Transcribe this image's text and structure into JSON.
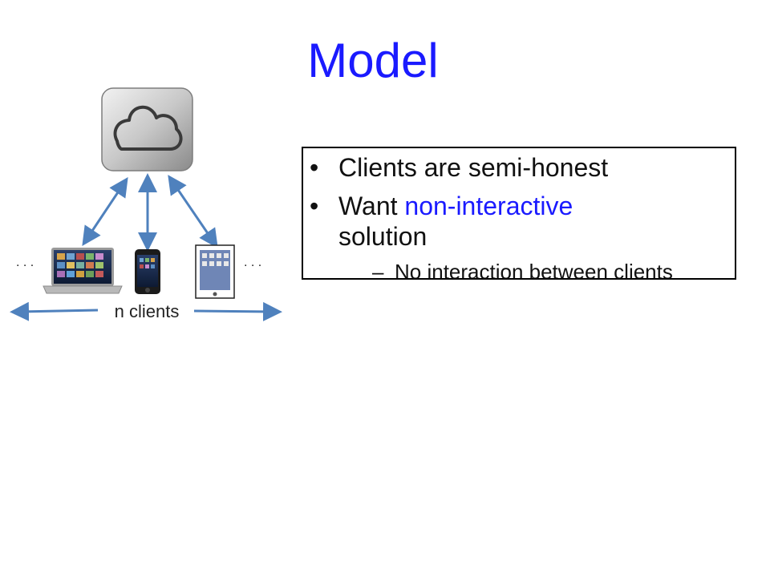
{
  "slide": {
    "title": "Model",
    "bullets": [
      {
        "prefix": "Clients are semi-honest",
        "accent": "",
        "suffix": ""
      },
      {
        "prefix": "Want ",
        "accent": "non-interactive",
        "suffix": " solution"
      }
    ],
    "sub_bullet": "No interaction between clients",
    "diagram": {
      "clients_label": "n clients",
      "ellipsis": ". . .",
      "server_icon": "cloud-icon",
      "client_icons": [
        "laptop-icon",
        "phone-icon",
        "tablet-icon"
      ]
    }
  },
  "colors": {
    "title": "#1a1aff",
    "accent": "#1a1aff",
    "arrow": "#4f81bd"
  }
}
